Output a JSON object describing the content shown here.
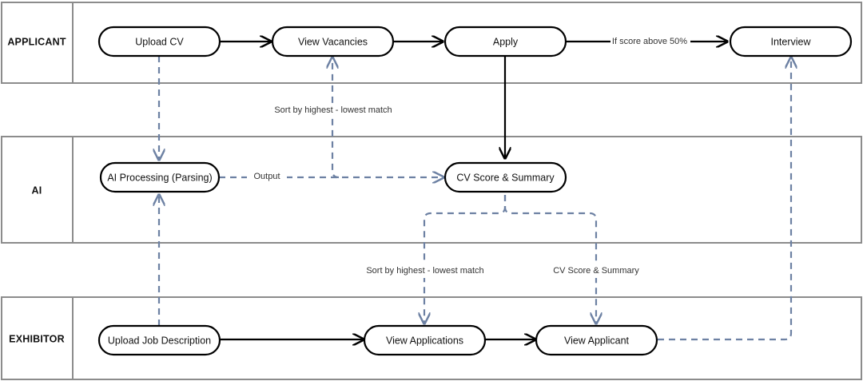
{
  "diagram": {
    "title": "Recruitment process swimlane diagram",
    "colors": {
      "lane_border": "#8c8c8c",
      "node_border": "#000000",
      "node_fill": "#ffffff",
      "solid_flow": "#000000",
      "dashed_flow": "#6d81a3",
      "text": "#111111"
    },
    "lanes": [
      {
        "id": "applicant",
        "label": "APPLICANT"
      },
      {
        "id": "ai",
        "label": "AI"
      },
      {
        "id": "exhibitor",
        "label": "EXHIBITOR"
      }
    ],
    "nodes": [
      {
        "id": "upload-cv",
        "label": "Upload CV",
        "lane": "applicant"
      },
      {
        "id": "view-vacancies",
        "label": "View Vacancies",
        "lane": "applicant"
      },
      {
        "id": "apply",
        "label": "Apply",
        "lane": "applicant"
      },
      {
        "id": "interview",
        "label": "Interview",
        "lane": "applicant"
      },
      {
        "id": "ai-processing",
        "label": "AI Processing (Parsing)",
        "lane": "ai"
      },
      {
        "id": "cv-score-summary",
        "label": "CV Score & Summary",
        "lane": "ai"
      },
      {
        "id": "upload-job-description",
        "label": "Upload Job Description",
        "lane": "exhibitor"
      },
      {
        "id": "view-applications",
        "label": "View Applications",
        "lane": "exhibitor"
      },
      {
        "id": "view-applicant",
        "label": "View Applicant",
        "lane": "exhibitor"
      }
    ],
    "edge_labels": [
      {
        "id": "score-above-50",
        "text": "If score above 50%"
      },
      {
        "id": "sort-match-top",
        "text": "Sort by highest - lowest match"
      },
      {
        "id": "output",
        "text": "Output"
      },
      {
        "id": "sort-match-bottom",
        "text": "Sort by highest - lowest match"
      },
      {
        "id": "cv-score-summary-edge",
        "text": "CV Score & Summary"
      }
    ]
  }
}
